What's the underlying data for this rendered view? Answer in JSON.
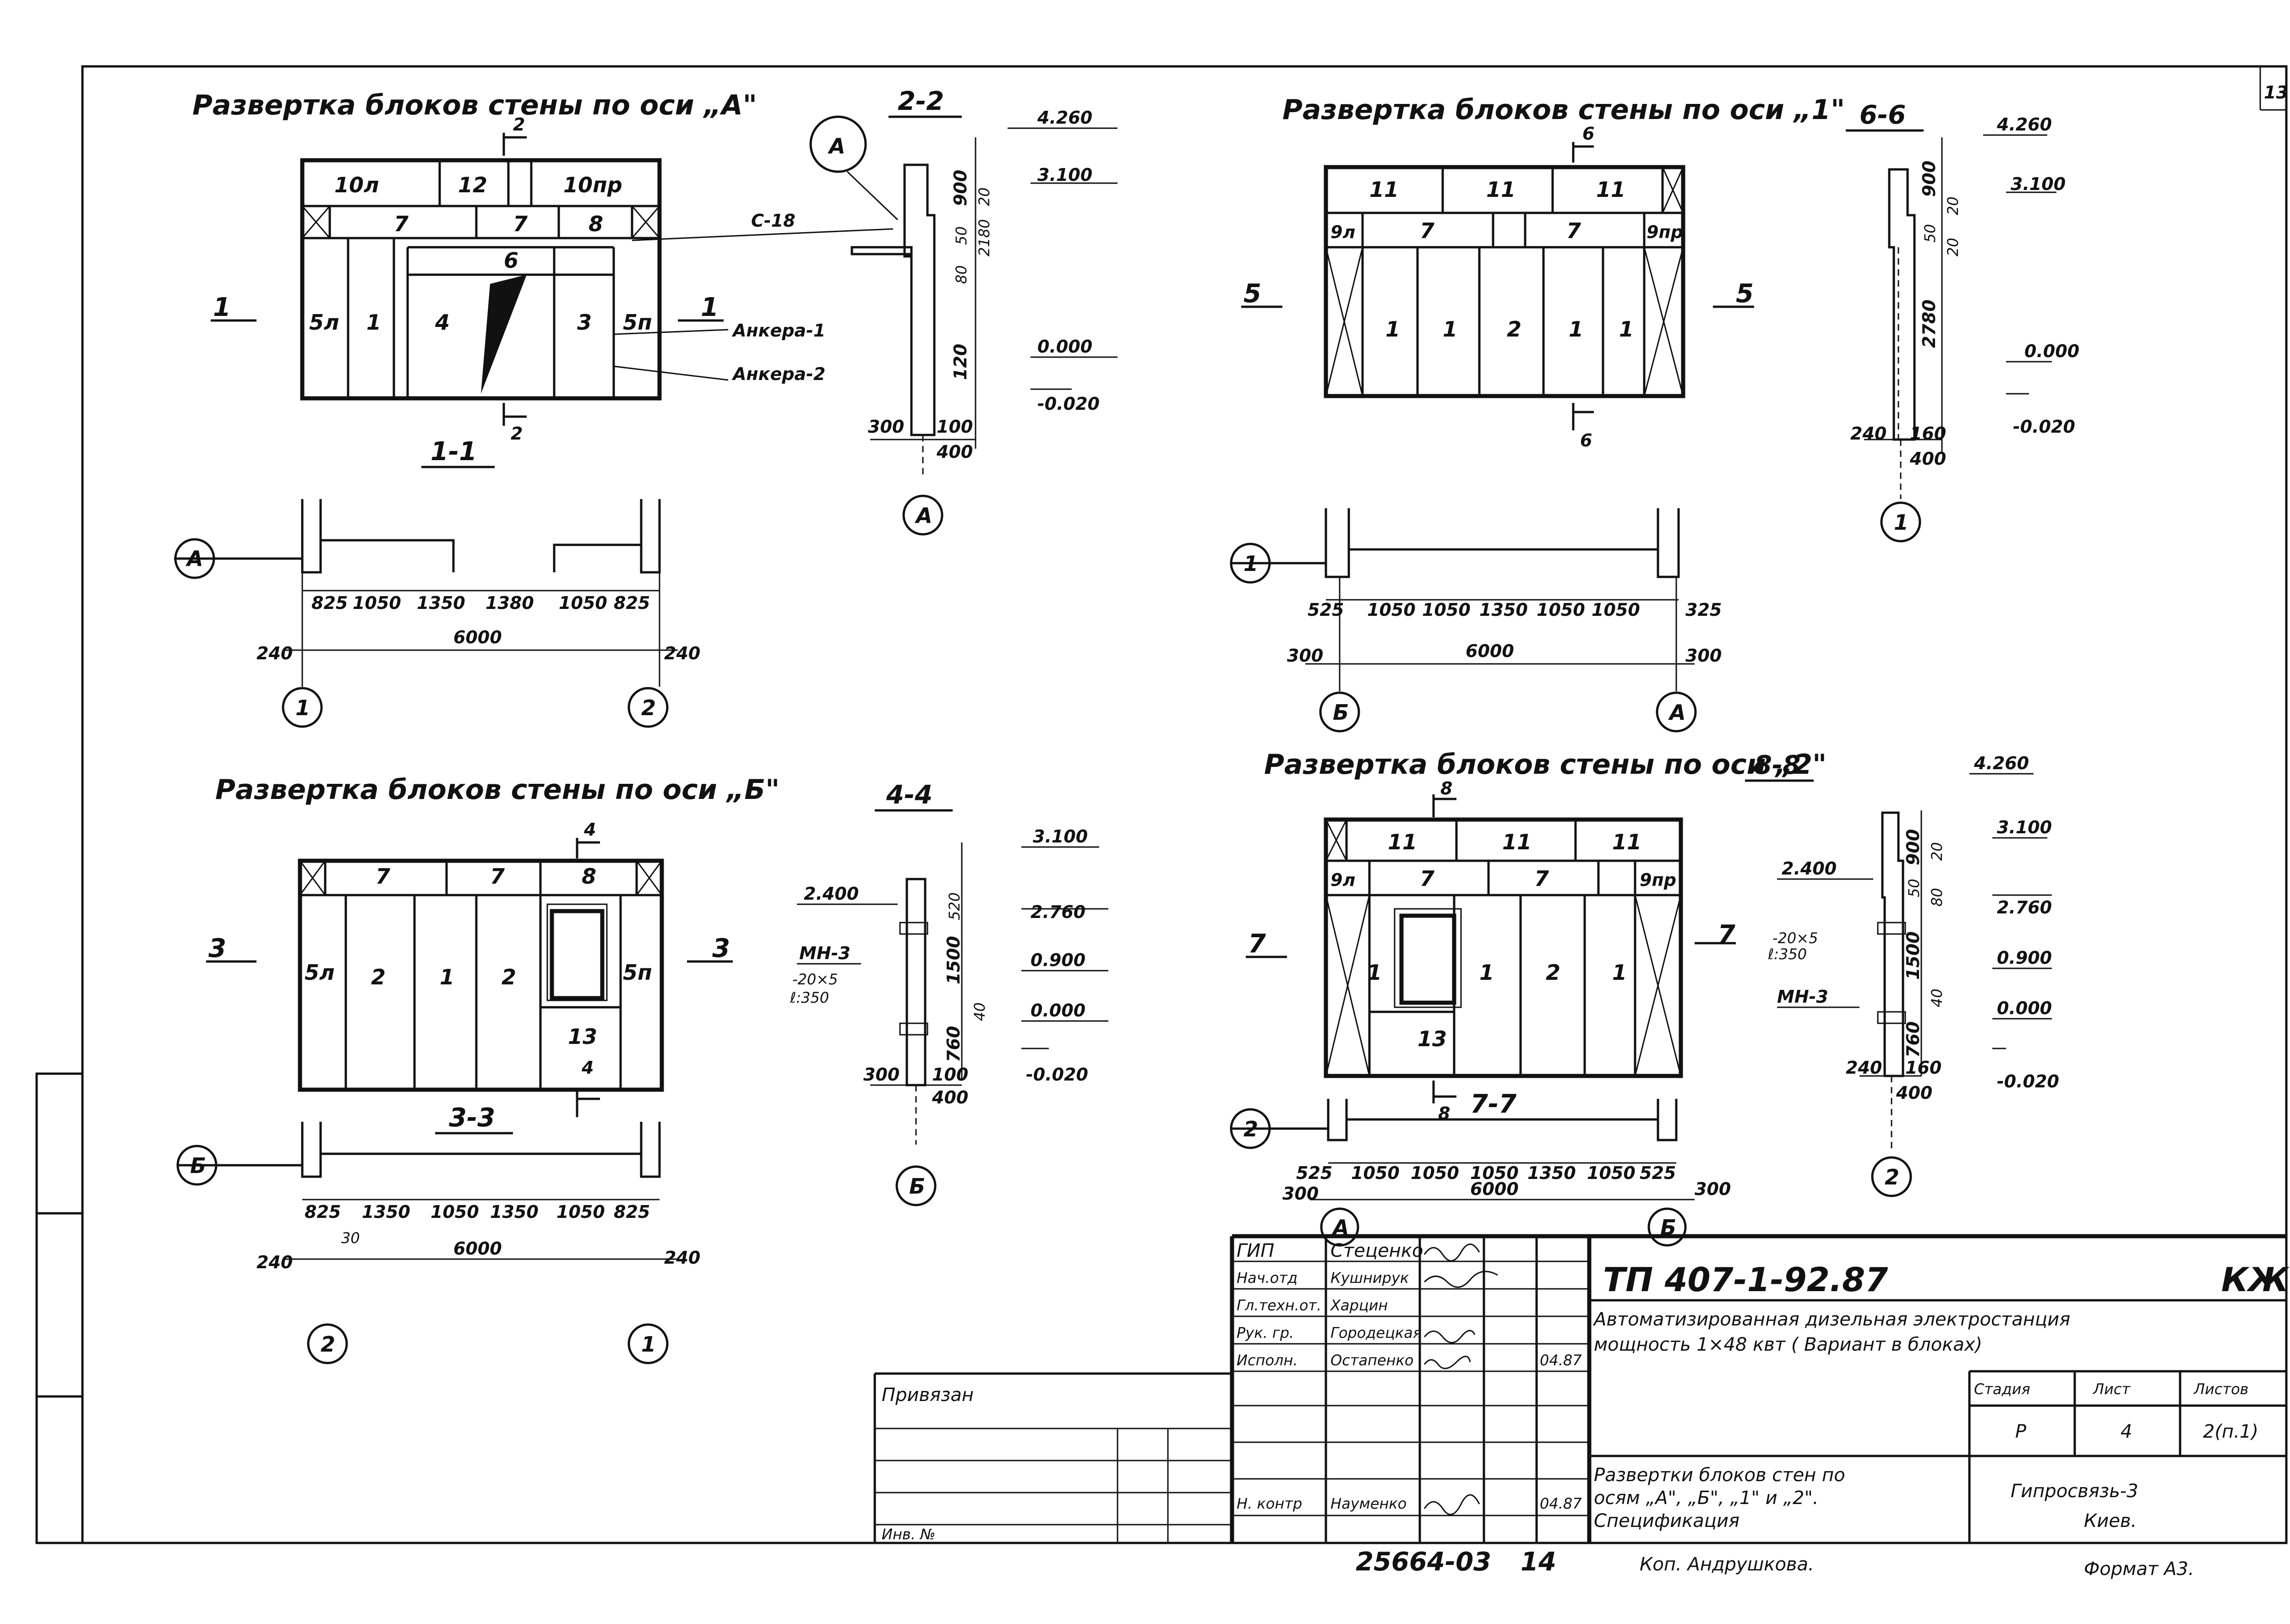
{
  "sheet": {
    "number": "13",
    "bottom_code": "25664-03",
    "bottom_page": "14",
    "copied_by": "Коп. Андрушкова.",
    "format": "Формат А3."
  },
  "views": {
    "a": {
      "title": "Развертка блоков стены по оси „А\"",
      "sec11": "1-1",
      "sec22": "2-2",
      "blocks": [
        "10л",
        "12",
        "10пр",
        "7",
        "7",
        "8",
        "6",
        "5л",
        "1",
        "4",
        "3",
        "5п"
      ],
      "anchors": [
        "Анкера-1",
        "Анкера-2"
      ],
      "label_c": "С-18",
      "cut_marks": [
        "2",
        "1",
        "1",
        "2"
      ],
      "elev": [
        "4.260",
        "3.100",
        "0.000",
        "-0.020"
      ],
      "vdims": [
        "900",
        "20",
        "50",
        "80",
        "120",
        "2180"
      ],
      "hdims": [
        "300",
        "100",
        "400"
      ],
      "axis": "А",
      "plan": {
        "axis": "А",
        "dims": [
          "825",
          "1050",
          "1350",
          "1380",
          "1050",
          "825"
        ],
        "total": "6000",
        "side": [
          "240",
          "240"
        ],
        "axes": [
          "1",
          "2"
        ]
      }
    },
    "one": {
      "title": "Развертка блоков стены по оси „1\"",
      "sec": "6-6",
      "blocks": [
        "11",
        "11",
        "11",
        "9л",
        "7",
        "7",
        "9пр",
        "1",
        "1",
        "2",
        "1",
        "1"
      ],
      "cut_marks": [
        "6",
        "5",
        "5",
        "6"
      ],
      "elev": [
        "4.260",
        "3.100",
        "0.000",
        "-0.020"
      ],
      "vdims": [
        "900",
        "20",
        "50",
        "20",
        "2780"
      ],
      "hdims": [
        "240",
        "160",
        "400"
      ],
      "axis": "1",
      "plan": {
        "axis": "1",
        "dims": [
          "525",
          "1050",
          "1050",
          "1350",
          "1050",
          "1050",
          "325"
        ],
        "total": "6000",
        "side": [
          "300",
          "300"
        ],
        "axes": [
          "Б",
          "А"
        ]
      }
    },
    "b": {
      "title": "Развертка блоков стены по оси „Б\"",
      "sec33": "3-3",
      "sec44": "4-4",
      "blocks": [
        "7",
        "7",
        "8",
        "5л",
        "2",
        "1",
        "2",
        "5п",
        "13"
      ],
      "cut_marks": [
        "4",
        "3",
        "3",
        "4"
      ],
      "elev": [
        "3.100",
        "2.760",
        "0.900",
        "0.000",
        "-0.020",
        "2.400"
      ],
      "vdims": [
        "520",
        "1500",
        "760",
        "40"
      ],
      "hdims": [
        "300",
        "100",
        "400"
      ],
      "mn": "МН-3",
      "plate": "-20×5",
      "plate_len": "ℓ:350",
      "axis": "Б",
      "plan": {
        "axis": "Б",
        "dims": [
          "825",
          "1350",
          "1050",
          "1350",
          "1050",
          "825"
        ],
        "gap": "30",
        "total": "6000",
        "side": [
          "240",
          "240"
        ],
        "axes": [
          "2",
          "1"
        ]
      }
    },
    "two": {
      "title": "Развертка блоков стены по оси „2\"",
      "sec77": "7-7",
      "sec88": "8-8",
      "blocks": [
        "11",
        "11",
        "11",
        "9л",
        "7",
        "7",
        "9пр",
        "1",
        "1",
        "2",
        "1",
        "13"
      ],
      "cut_marks": [
        "8",
        "7",
        "7",
        "8"
      ],
      "elev": [
        "4.260",
        "3.100",
        "2.760",
        "0.900",
        "0.000",
        "-0.020",
        "2.400"
      ],
      "vdims": [
        "900",
        "20",
        "50",
        "80",
        "1500",
        "760",
        "40"
      ],
      "hdims": [
        "240",
        "160",
        "400"
      ],
      "mn": "МН-3",
      "plate": "-20×5",
      "plate_len": "ℓ:350",
      "axis": "2",
      "plan": {
        "axis": "2",
        "dims": [
          "525",
          "1050",
          "1050",
          "1050",
          "1350",
          "1050",
          "525"
        ],
        "total": "6000",
        "side": [
          "300",
          "300"
        ],
        "axes": [
          "А",
          "Б"
        ]
      }
    }
  },
  "stamp": {
    "project": "ТП 407-1-92.87",
    "code": "КЖ",
    "desc1": "Автоматизированная дизельная электростанция",
    "desc2": "мощность 1×48 квт ( Вариант в блоках)",
    "sheet_desc1": "Развертки блоков стен по",
    "sheet_desc2": "осям „А\", „Б\", „1\" и „2\".",
    "sheet_desc3": "Спецификация",
    "roles": [
      "ГИП",
      "Нач.отд",
      "Гл.техн.от.",
      "Рук. гр.",
      "Исполн.",
      "Н. контр"
    ],
    "names": [
      "Стеценко",
      "Кушнирук",
      "Харцин",
      "Городецкая",
      "Остапенко",
      "Науменко"
    ],
    "date_exec": "04.87",
    "date_ctrl": "04.87",
    "h_stage": "Стадия",
    "h_sheet": "Лист",
    "h_sheets": "Листов",
    "stage": "Р",
    "sheet_no": "4",
    "sheets": "2(п.1)",
    "org1": "Гипросвязь-3",
    "org2": "Киев.",
    "bound": "Привязан",
    "inv": "Инв. №"
  }
}
